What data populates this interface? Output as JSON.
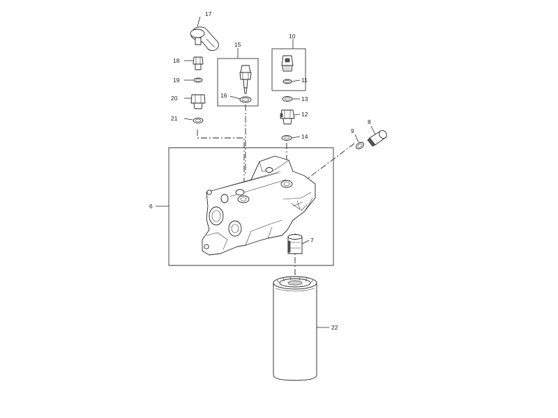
{
  "callouts": {
    "c6": "6",
    "c7": "7",
    "c8": "8",
    "c9": "9",
    "c10": "10",
    "c11": "11",
    "c12": "12",
    "c13": "13",
    "c14": "14",
    "c15": "15",
    "c16": "16",
    "c17": "17",
    "c18": "18",
    "c19": "19",
    "c20": "20",
    "c21": "21",
    "c22": "22"
  }
}
